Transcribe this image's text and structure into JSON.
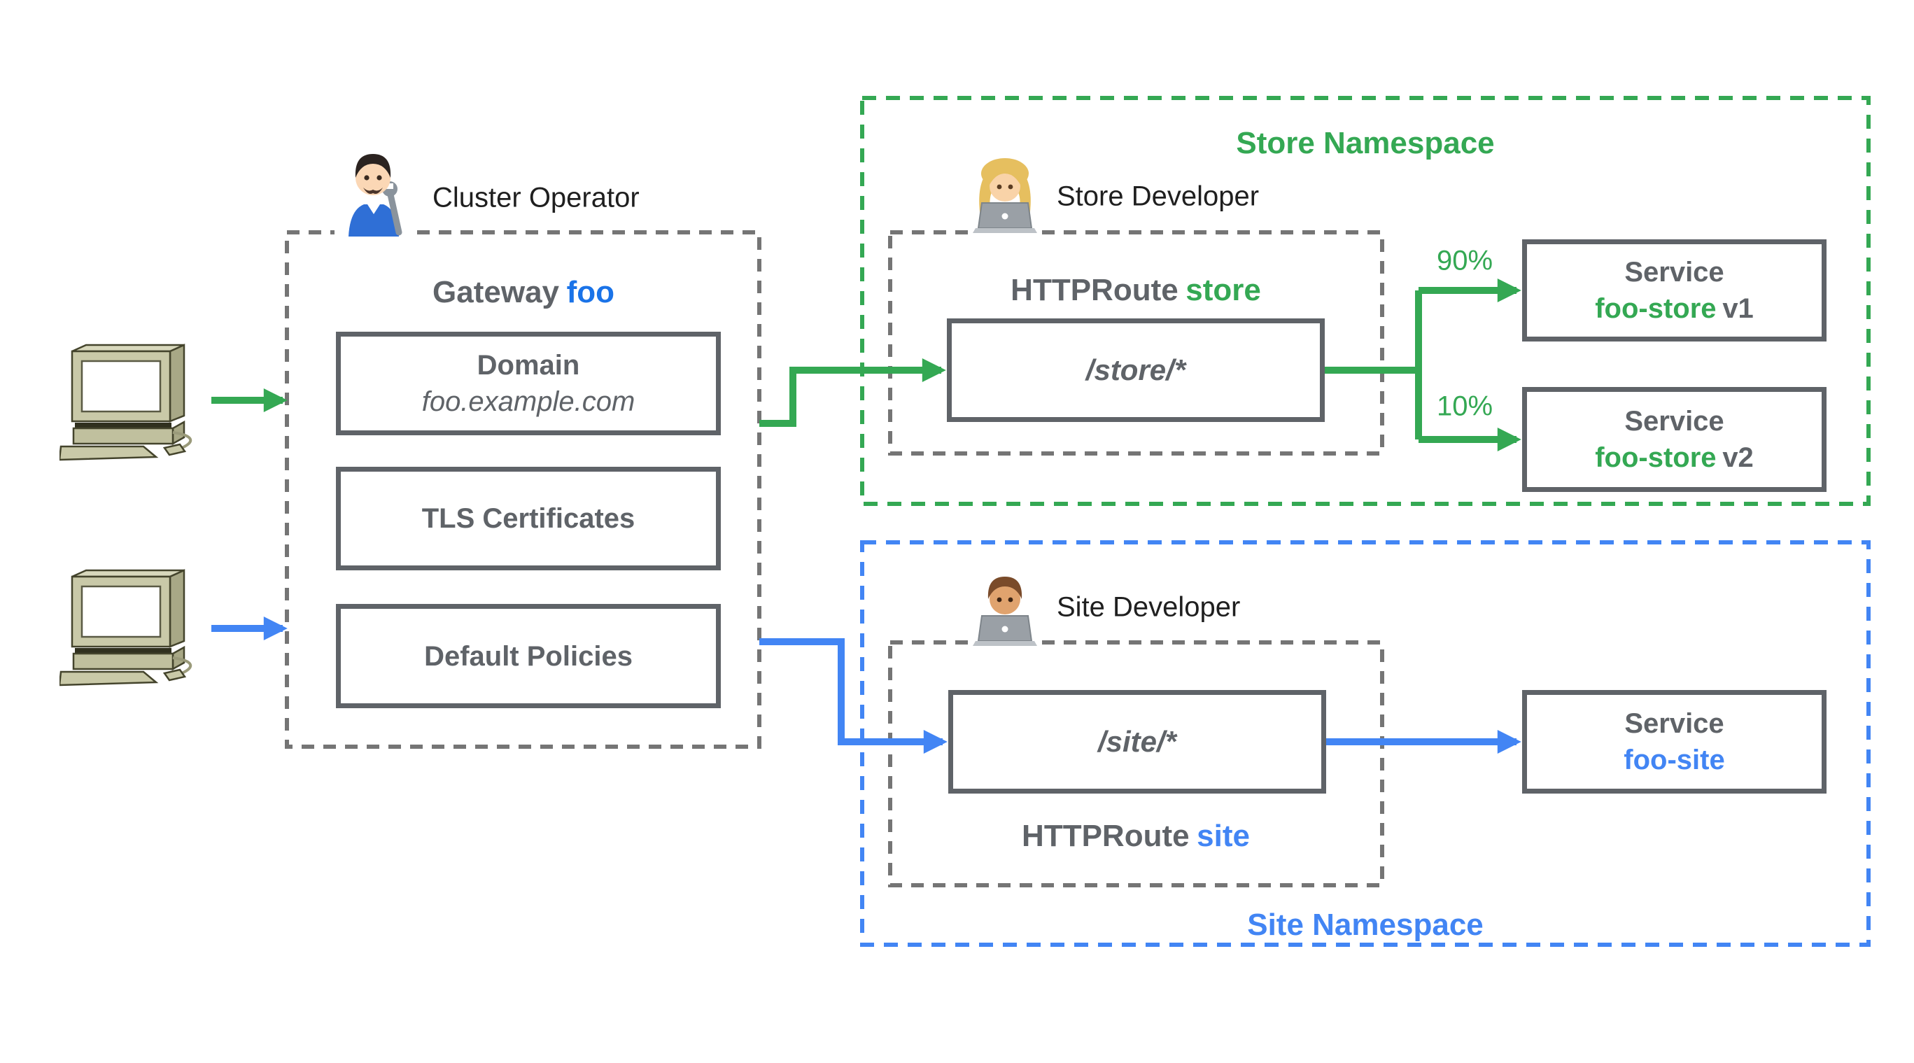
{
  "colors": {
    "green": "#34a853",
    "blue": "#4285f4",
    "dark_blue": "#1a73e8",
    "gray_text": "#5f6368",
    "box_border": "#5f6368",
    "dashed_gray": "#757575",
    "black_text": "#1f1f1f",
    "computer_body": "#c9c9a8"
  },
  "clients": [
    {
      "icon": "retro-computer-icon",
      "arrow_color": "#34a853"
    },
    {
      "icon": "retro-computer-icon",
      "arrow_color": "#4285f4"
    }
  ],
  "operator": {
    "label": "Cluster Operator",
    "icon": "man-mechanic-emoji"
  },
  "gateway": {
    "title_prefix": "Gateway",
    "title_name": "foo",
    "domain_title": "Domain",
    "domain_value": "foo.example.com",
    "tls_label": "TLS Certificates",
    "policies_label": "Default Policies"
  },
  "store_namespace": {
    "title": "Store Namespace",
    "developer": {
      "label": "Store Developer",
      "icon": "woman-technologist-emoji"
    },
    "httproute_prefix": "HTTPRoute",
    "httproute_name": "store",
    "route_path": "/store/*",
    "split": [
      {
        "weight": "90%",
        "service_line1": "Service",
        "service_name": "foo-store",
        "service_suffix": "v1"
      },
      {
        "weight": "10%",
        "service_line1": "Service",
        "service_name": "foo-store",
        "service_suffix": "v2"
      }
    ]
  },
  "site_namespace": {
    "title": "Site Namespace",
    "developer": {
      "label": "Site Developer",
      "icon": "man-technologist-emoji"
    },
    "httproute_prefix": "HTTPRoute",
    "httproute_name": "site",
    "route_path": "/site/*",
    "service": {
      "line1": "Service",
      "name": "foo-site"
    }
  }
}
